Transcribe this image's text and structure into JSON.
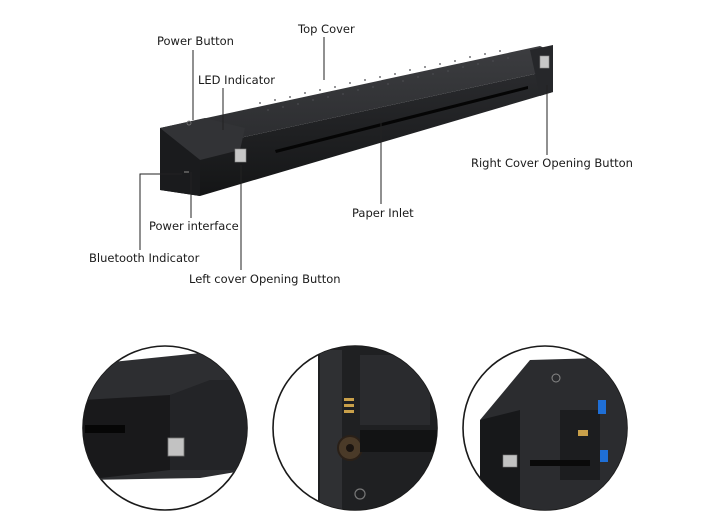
{
  "labels": {
    "top_cover": "Top Cover",
    "power_button": "Power Button",
    "led_indicator": "LED Indicator",
    "right_cover_button": "Right Cover Opening Button",
    "paper_inlet": "Paper Inlet",
    "power_interface": "Power interface",
    "bluetooth_indicator": "Bluetooth Indicator",
    "left_cover_button": "Left cover Opening Button"
  },
  "colors": {
    "device_dark": "#1d1e20",
    "device_mid": "#2b2c2f",
    "device_light": "#3a3b3e",
    "button_gray": "#bdbdbd",
    "leader_line": "#222222",
    "accent_blue": "#1f6fd6",
    "accent_gold": "#c9a04a"
  },
  "detail_views": [
    {
      "subject": "left end with cover button"
    },
    {
      "subject": "internal gear and contacts"
    },
    {
      "subject": "opened cover with power button"
    }
  ]
}
